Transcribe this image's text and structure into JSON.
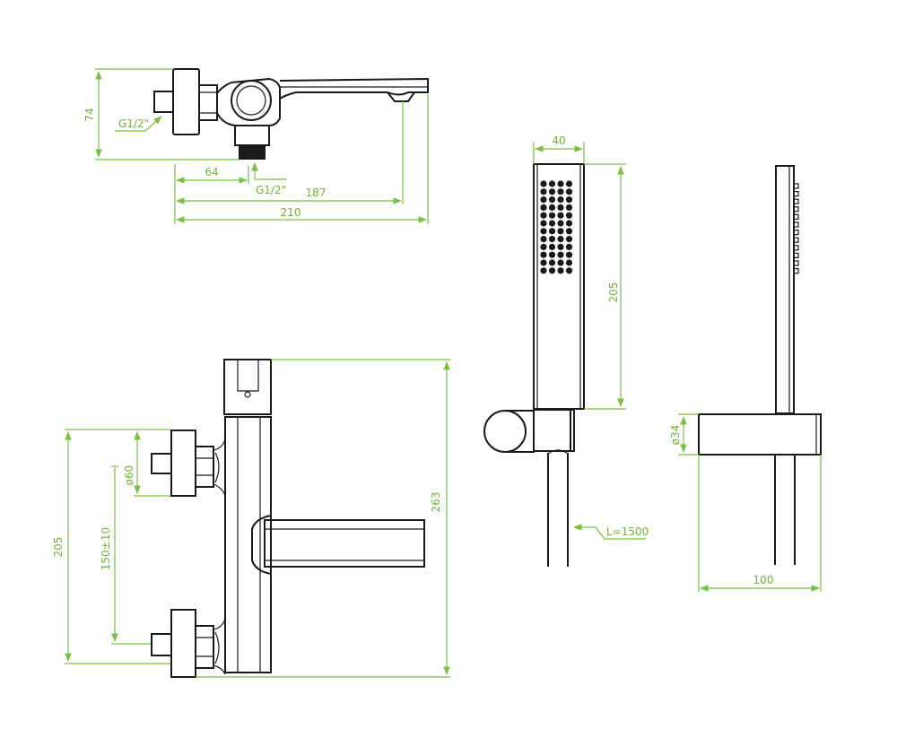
{
  "colors": {
    "outline": "#1a1a1a",
    "dimension": "#7bc043"
  },
  "top_view": {
    "dims": {
      "height": "74",
      "inlet_offset": "64",
      "outlet_distance": "187",
      "total_length": "210"
    },
    "labels": {
      "inlet_thread": "G1/2\"",
      "outlet_thread": "G1/2\""
    }
  },
  "front_view": {
    "dims": {
      "total_height": "263",
      "flange_span": "205",
      "flange_diameter": "ø60",
      "inlet_spacing": "150±10"
    }
  },
  "hand_shower": {
    "dims": {
      "width": "40",
      "length": "205"
    },
    "hose_label": "L=1500"
  },
  "holder_side": {
    "dims": {
      "diameter": "ø34",
      "depth": "100"
    }
  }
}
